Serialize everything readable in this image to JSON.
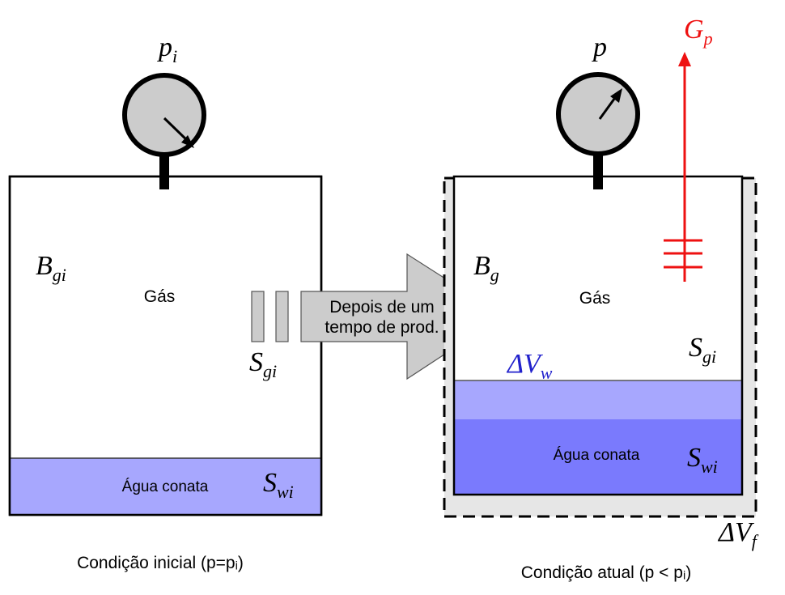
{
  "left_tank": {
    "gauge_label": "p",
    "gauge_label_sub": "i",
    "fvf_label": "B",
    "fvf_sub": "gi",
    "gas_label": "Gás",
    "gas_sat_label": "S",
    "gas_sat_sub": "gi",
    "water_label": "Água conata",
    "water_sat_label": "S",
    "water_sat_sub": "wi",
    "caption": "Condição inicial (p=pᵢ)"
  },
  "arrow": {
    "line1": "Depois de um",
    "line2": "tempo de prod."
  },
  "right_tank": {
    "gauge_label": "p",
    "production_label": "G",
    "production_sub": "p",
    "fvf_label": "B",
    "fvf_sub": "g",
    "gas_label": "Gás",
    "gas_sat_label": "S",
    "gas_sat_sub": "gi",
    "water_influx_label": "ΔV",
    "water_influx_sub": "w",
    "water_label": "Água conata",
    "water_sat_label": "S",
    "water_sat_sub": "wi",
    "formation_label": "ΔV",
    "formation_sub": "f",
    "caption": "Condição atual (p < pᵢ)"
  },
  "colors": {
    "water": "#a7a7fe",
    "water_deep": "#7a7afd",
    "influx": "#2222cc",
    "production": "#ee1111",
    "gauge": "#cccccc",
    "formation": "#e6e6e6"
  }
}
